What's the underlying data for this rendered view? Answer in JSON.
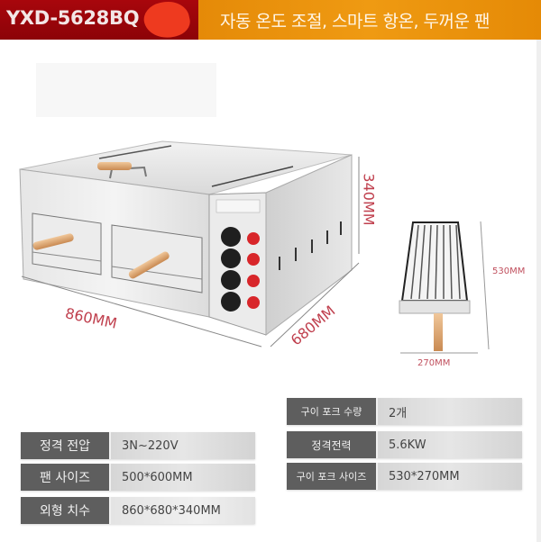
{
  "header": {
    "model": "YXD-5628BQ",
    "slogan": "자동 온도 조절, 스마트 항온, 두꺼운 팬",
    "colors": {
      "left_bg": "#9a050a",
      "right_bg": "#e8900c",
      "blot": "#ee3a1f"
    }
  },
  "product": {
    "oven": {
      "alt": "stainless-steel oven with two drawers and control panel",
      "dimensions": {
        "width": "860MM",
        "depth": "680MM",
        "height": "340MM"
      },
      "knobs": 4,
      "indicator_lights": 4
    },
    "fork": {
      "alt": "grill fork rack with wooden handle",
      "dimensions": {
        "length": "530MM",
        "width": "270MM"
      }
    },
    "dimension_color": "#c0404e"
  },
  "specs": {
    "left": [
      {
        "label": "정격 전압",
        "value": "3N~220V"
      },
      {
        "label": "팬 사이즈",
        "value": "500*600MM"
      },
      {
        "label": "외형 치수",
        "value": "860*680*340MM"
      }
    ],
    "right": [
      {
        "label": "구이 포크 수량",
        "value": "2개"
      },
      {
        "label": "정격전력",
        "value": "5.6KW"
      },
      {
        "label": "구이 포크 사이즈",
        "value": "530*270MM"
      }
    ]
  }
}
